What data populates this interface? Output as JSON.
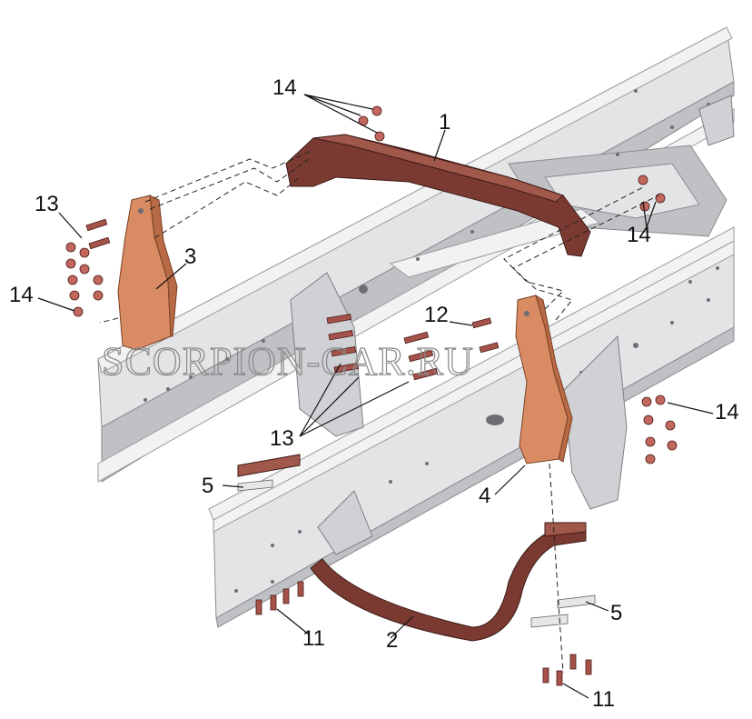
{
  "diagram": {
    "watermark": "SCORPION-CAR.RU",
    "callouts": [
      {
        "id": "c1",
        "text": "1"
      },
      {
        "id": "c2",
        "text": "2"
      },
      {
        "id": "c3",
        "text": "3"
      },
      {
        "id": "c4",
        "text": "4"
      },
      {
        "id": "c5a",
        "text": "5"
      },
      {
        "id": "c5b",
        "text": "5"
      },
      {
        "id": "c11a",
        "text": "11"
      },
      {
        "id": "c11b",
        "text": "11"
      },
      {
        "id": "c12",
        "text": "12"
      },
      {
        "id": "c13a",
        "text": "13"
      },
      {
        "id": "c13b",
        "text": "13"
      },
      {
        "id": "c14a",
        "text": "14"
      },
      {
        "id": "c14b",
        "text": "14"
      },
      {
        "id": "c14c",
        "text": "14"
      },
      {
        "id": "c14d",
        "text": "14"
      }
    ],
    "colors": {
      "frame": "#e3e4e6",
      "bracket_dark": "#7a3a32",
      "bracket_orange": "#d98c63",
      "fastener": "#a5524a"
    }
  }
}
